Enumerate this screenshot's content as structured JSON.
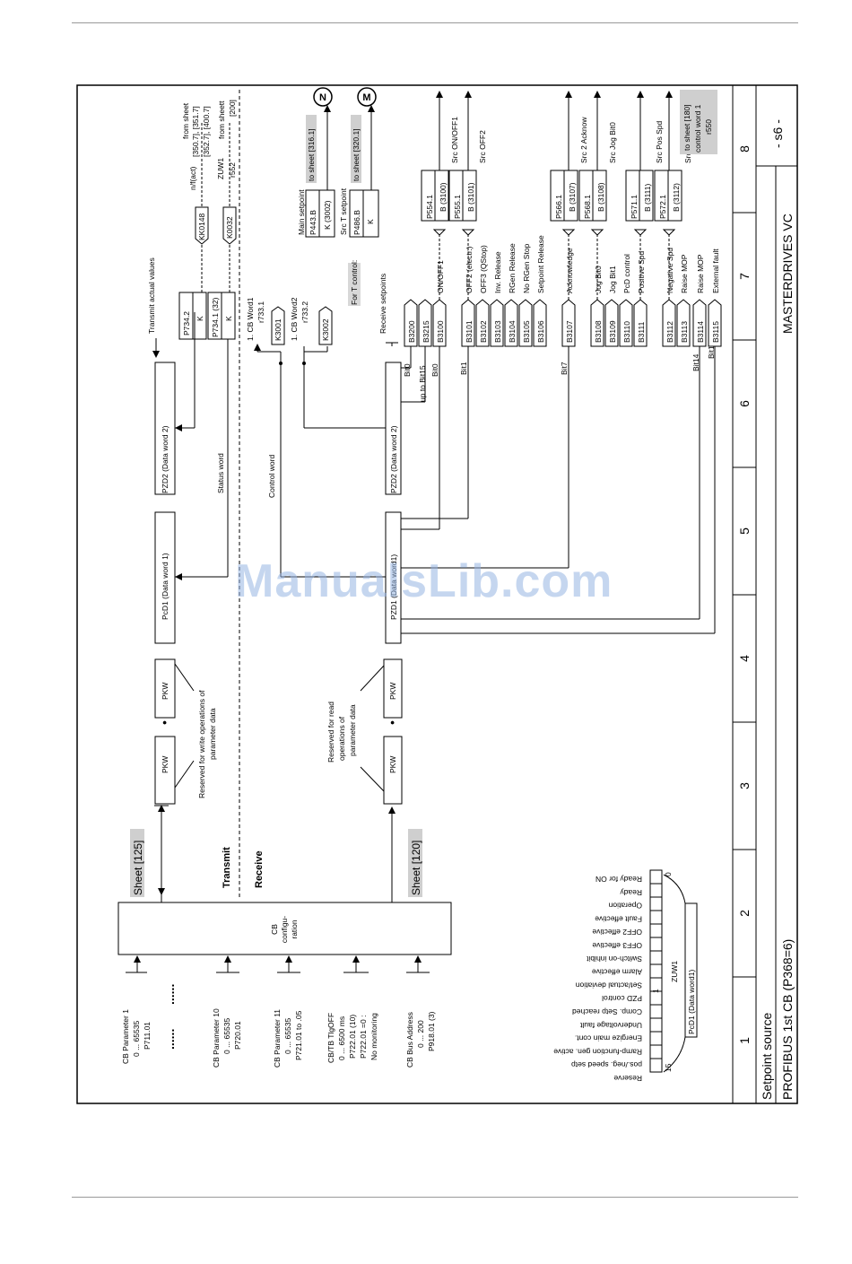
{
  "title_block": {
    "sheet_title_1": "Setpoint source",
    "sheet_title_2": "PROFIBUS 1st CB (P368=6)",
    "product": "MASTERDRIVES VC",
    "sheet_no": "- s6 -",
    "columns": [
      "1",
      "2",
      "3",
      "4",
      "5",
      "6",
      "7",
      "8"
    ]
  },
  "left": {
    "params": [
      {
        "l1": "CB Parameter 1",
        "l2": "0 ... 65535",
        "l3": "P711.01"
      },
      {
        "l1": "CB Parameter 10",
        "l2": "0 ... 65535",
        "l3": "P720.01"
      },
      {
        "l1": "CB Parameter 11",
        "l2": "0 ... 65535",
        "l3": "P721.01 to .05"
      },
      {
        "l1": "CB/TB TlgOFF",
        "l2": "0 ... 6500 ms",
        "l3": "P722.01 (10)",
        "l4": "P722.01 =0 :",
        "l5": "No monitoring"
      },
      {
        "l1": "CB Bus Address",
        "l2": "0 ... 200",
        "l3": "P918.01 (3)"
      }
    ],
    "dots": "......",
    "cb_box": [
      "CB",
      "configu-",
      "ration"
    ],
    "sheet_transmit": "Sheet [125]",
    "sheet_receive": "Sheet [120]",
    "transmit": "Transmit",
    "receive": "Receive"
  },
  "telegram": {
    "pkw": "PKW",
    "dot": "•",
    "reserved_write": [
      "Reserved for write operations of",
      "parameter data"
    ],
    "reserved_read": [
      "Reserved for read",
      "operations of",
      "parameter data"
    ],
    "pcd1_tx": "PcD1 (Data word 1)",
    "pzd2_tx": "PZD2 (Data word 2)",
    "pzd1_rx": "PZD1 (Data word1)",
    "pzd2_rx": "PZD2 (Data word 2)",
    "status_word": "Status word",
    "control_word": "Control word",
    "bit0": "Bit0",
    "up_to_bit15": "up to Bit15",
    "bit_labels": [
      "Bit0",
      "Bit1",
      "Bit7",
      "Bit14",
      "Bit15"
    ]
  },
  "transmit_side": {
    "actual_values": "Transmit actual values",
    "p734_2": "P734.2",
    "p734_1": "P734.1 (32)",
    "k": "K",
    "kk0148": "KK0148",
    "k0032": "K0032",
    "nact": "n/f(act)",
    "zuw1": "ZUW1",
    "r552": "r552",
    "from_sheet_1": "from sheet",
    "from_sheet_1_refs": [
      "[350.7], [351.7]",
      "[352.7], [400.7]"
    ],
    "from_sheet_2": "from sheett",
    "from_sheet_2_ref": "[200]"
  },
  "receive_side": {
    "cb_word1": "1. CB Word1",
    "r733_1": "r733.1",
    "cb_word2": "1. CB Word2",
    "r733_2": "r733.2",
    "k3001": "K3001",
    "k3002": "K3002",
    "for_t_control": "For T control:",
    "main_setpoint": "Main setpoint",
    "p443": "P443.B",
    "k3002_b": "K (3002)",
    "to_sheet_316": "to sheet [316.1]",
    "src_t_setpoint": "Src T setpoint",
    "p486": "P486.B",
    "k_only": "K",
    "to_sheet_320": "to sheet [320.1]",
    "n": "N",
    "m": "M",
    "receive_setpoints": "Receive setpoints",
    "b3200": "B3200",
    "b3215": "B3215"
  },
  "control_bits": [
    {
      "b": "B3100",
      "label": "ON/OFF1"
    },
    {
      "b": "B3101",
      "label": "OFF2 (electr.)"
    },
    {
      "b": "B3102",
      "label": "OFF3 (QStop)"
    },
    {
      "b": "B3103",
      "label": "Inv. Release"
    },
    {
      "b": "B3104",
      "label": "RGen Release"
    },
    {
      "b": "B3105",
      "label": "No RGen Stop"
    },
    {
      "b": "B3106",
      "label": "Setpoint Release"
    },
    {
      "b": "B3107",
      "label": "Acknowledge"
    },
    {
      "b": "B3108",
      "label": "Jog Bit0"
    },
    {
      "b": "B3109",
      "label": "Jog Bit1"
    },
    {
      "b": "B3110",
      "label": "PcD control"
    },
    {
      "b": "B3111",
      "label": "Positive Spd"
    },
    {
      "b": "B3112",
      "label": "Negative Spd"
    },
    {
      "b": "B3113",
      "label": "Raise MOP"
    },
    {
      "b": "B3114",
      "label": "Raise MOP"
    },
    {
      "b": "B3115",
      "label": "External fault"
    }
  ],
  "sources": [
    {
      "p": "P554.1",
      "b": "B (3100)",
      "label": "Src ON/OFF1"
    },
    {
      "p": "P555.1",
      "b": "B (3101)",
      "label": "Src OFF2"
    },
    {
      "p": "P566.1",
      "b": "B (3107)",
      "label": "Src 2 Acknow"
    },
    {
      "p": "P568.1",
      "b": "B (3108)",
      "label": "Src Jog Bit0"
    },
    {
      "p": "P571.1",
      "b": "B (3111)",
      "label": "Src Pos Spd"
    },
    {
      "p": "P572.1",
      "b": "B (3112)",
      "label": "Src Neg. Spd"
    }
  ],
  "to_sheet_180": [
    "to sheet [180]",
    "control word 1",
    "r550"
  ],
  "status_block": {
    "zuw1": "ZUW1",
    "pcd1": "PcD1 (Data word1)",
    "bit15": "15",
    "bit0": "0",
    "one": "1",
    "items": [
      "Ready for ON",
      "Ready",
      "Operation",
      "Fault effective",
      "OFF2 effective",
      "OFF3 effective",
      "Switch-on inhibit",
      "Alarm effective",
      "Set/actual deviation",
      "PZD control",
      "Comp. Setp reached",
      "Undervoltage fault",
      "Energize main cont.",
      "Ramp-function gen. active",
      "pos./neg. speed setp",
      "Reserve"
    ]
  },
  "watermark": "ManualsLib.com"
}
